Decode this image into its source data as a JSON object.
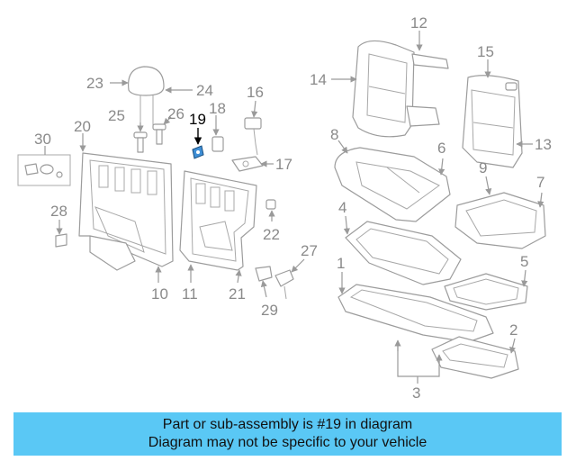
{
  "diagram": {
    "highlighted_part": "19",
    "highlight_color": "#3f8fd6",
    "part_numbers": [
      "1",
      "2",
      "3",
      "4",
      "5",
      "6",
      "7",
      "8",
      "9",
      "10",
      "11",
      "12",
      "13",
      "14",
      "15",
      "16",
      "17",
      "18",
      "19",
      "20",
      "21",
      "22",
      "23",
      "24",
      "25",
      "26",
      "27",
      "28",
      "29",
      "30"
    ]
  },
  "banner": {
    "line1": "Part or sub-assembly is #19 in diagram",
    "line2": "Diagram may not be specific to your vehicle",
    "color": "#5ac8f5"
  }
}
